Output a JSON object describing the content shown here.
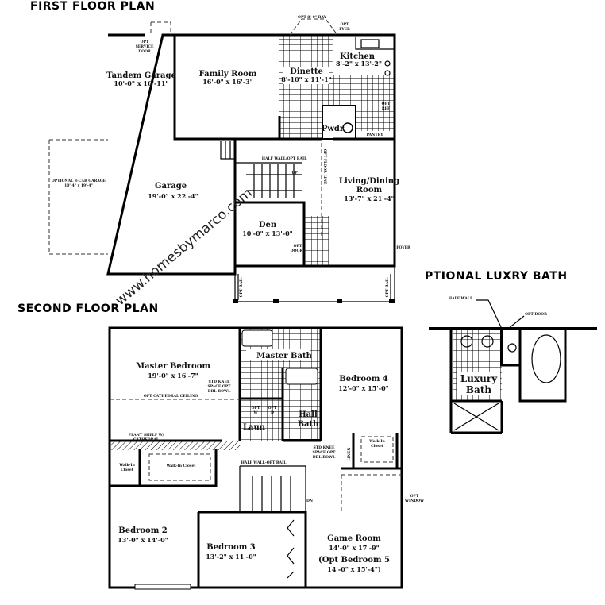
{
  "watermark": "www.homesbymarco.com",
  "first_floor": {
    "title": "FIRST FLOOR PLAN",
    "rooms": {
      "tandem_garage": {
        "name": "Tandem Garage",
        "dims": "10'-0\" x 16'-11\""
      },
      "family_room": {
        "name": "Family Room",
        "dims": "16'-0\" x 16'-3\""
      },
      "dinette": {
        "name": "Dinette",
        "dims": "8'-10\" x 11'-1\""
      },
      "kitchen": {
        "name": "Kitchen",
        "dims": "8'-2\" x 13'-2\""
      },
      "powder": {
        "name": "Pwdr"
      },
      "garage": {
        "name": "Garage",
        "dims": "19'-0\" x 22'-4\""
      },
      "living_dining": {
        "name": "Living/Dining",
        "name2": "Room",
        "dims": "13'-7\" x 21'-4\""
      },
      "den": {
        "name": "Den",
        "dims": "10'-0\" x 13'-0\""
      }
    },
    "notes": {
      "opt_service_door": [
        "OPT",
        "SERVICE",
        "DOOR"
      ],
      "opt_bay": "OPT 8'-0\" BAY",
      "opt_foyer": [
        "OPT",
        "FYER"
      ],
      "opt_ref": [
        "OPT",
        "REF"
      ],
      "pantry": "PANTRY",
      "optional_garage": [
        "OPTIONAL 3-CAR GARAGE",
        "10'-4\" x 19'-4\""
      ],
      "half_wall": "HALF WALL/OPT RAIL",
      "up": "UP",
      "opt_floor_line": "OPT FLOOR LINE",
      "opt_doors": [
        "OPT",
        "DOORS"
      ],
      "foyer": "FOYER",
      "opt_rail": "OPT RAIL"
    }
  },
  "second_floor": {
    "title": "SECOND FLOOR PLAN",
    "rooms": {
      "master_bedroom": {
        "name": "Master Bedroom",
        "dims": "19'-0\" x 16'-7\""
      },
      "master_bath": {
        "name": "Master Bath"
      },
      "bedroom4": {
        "name": "Bedroom 4",
        "dims": "12'-0\" x 15'-0\""
      },
      "hall_bath": {
        "name": "Hall",
        "name2": "Bath"
      },
      "laundry": {
        "name": "Laun"
      },
      "bedroom2": {
        "name": "Bedroom 2",
        "dims": "13'-0\" x 14'-0\""
      },
      "bedroom3": {
        "name": "Bedroom 3",
        "dims": "13'-2\" x 11'-0\""
      },
      "game_room": {
        "name": "Game Room",
        "dims": "14'-0\" x 17'-9\"",
        "alt": "(Opt Bedroom 5",
        "alt_dims": "14'-0\" x 15'-4\")"
      }
    },
    "notes": {
      "knee_space_1": [
        "STD KNEE",
        "SPACE OPT",
        "DBL BOWL"
      ],
      "knee_space_2": [
        "STD KNEE",
        "SPACE OPT",
        "DBL BOWL"
      ],
      "cathedral": "OPT CATHEDRAL CEILING",
      "opt_w": [
        "OPT",
        "W"
      ],
      "opt_d": [
        "OPT",
        "D"
      ],
      "plant_shelf": [
        "PLANT SHELF W/",
        "CATHEDRAL"
      ],
      "walk_in_1": [
        "Walk-In",
        "Closet"
      ],
      "walk_in_2": "Walk-In Closet",
      "walk_in_3": [
        "Walk-In",
        "Closet"
      ],
      "linen": "LINEN",
      "half_wall": "HALF WALL-OPT RAIL",
      "dn": "DN",
      "opt_window": [
        "OPT",
        "WINDOW"
      ]
    }
  },
  "luxury_bath": {
    "title": "PTIONAL LUXRY BATH",
    "half_wall": "HALF WALL",
    "opt_door": "OPT DOOR",
    "name": "Luxury",
    "name2": "Bath"
  }
}
